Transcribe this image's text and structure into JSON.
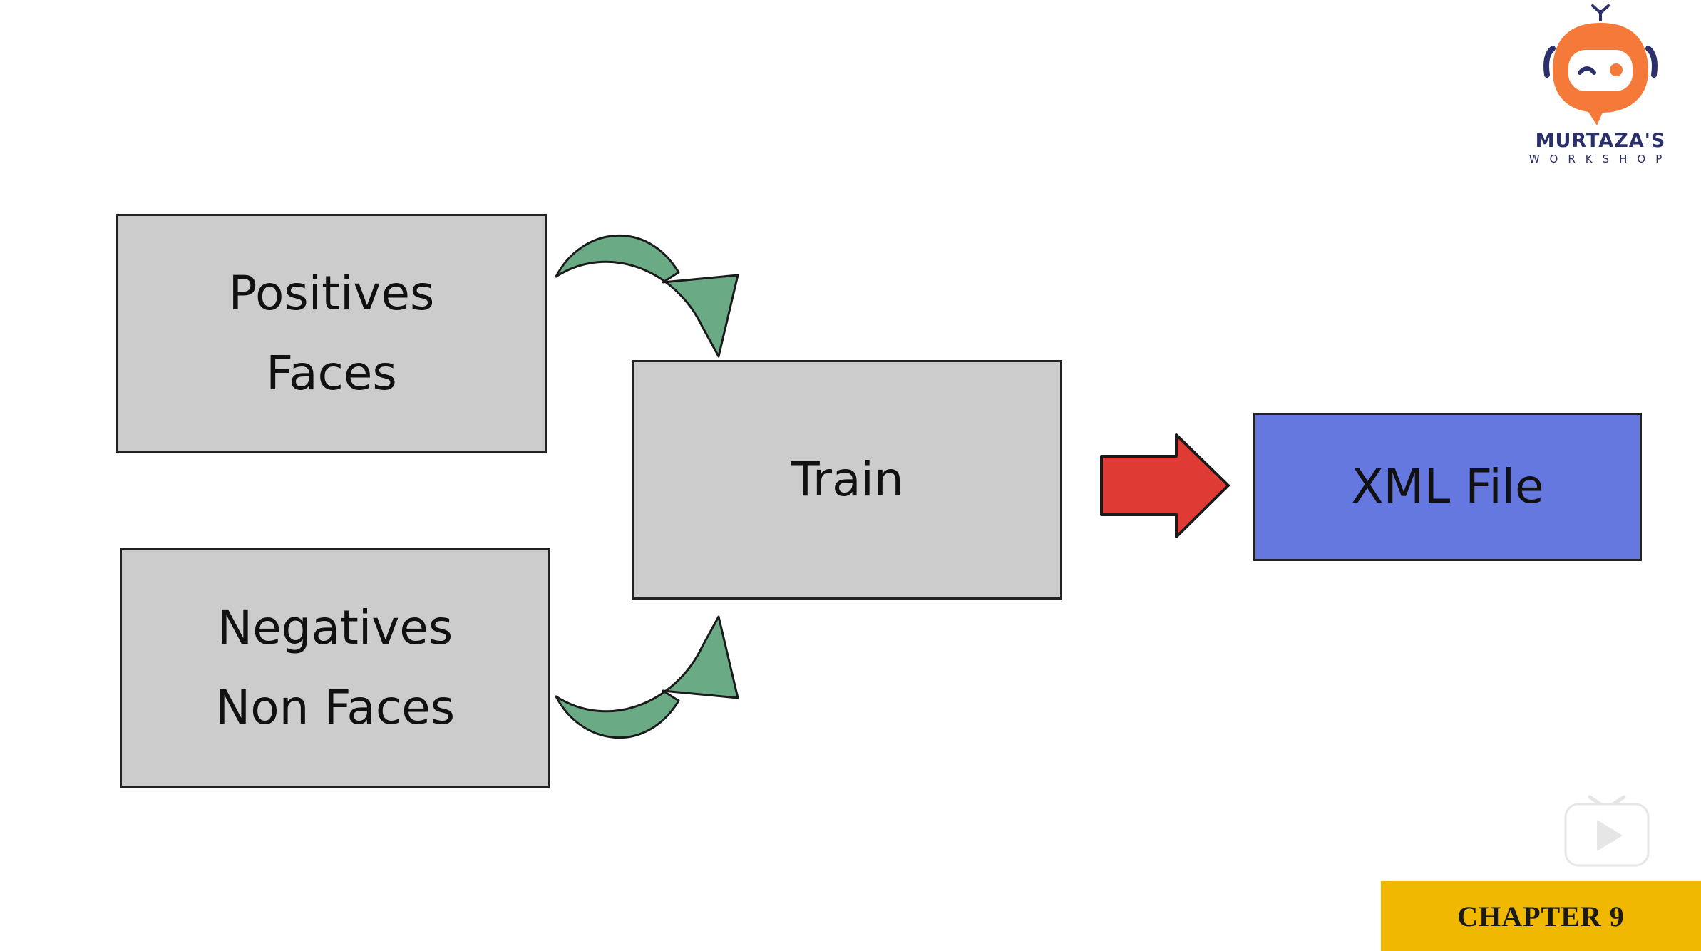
{
  "diagram": {
    "positives": {
      "line1": "Positives",
      "line2": "Faces"
    },
    "negatives": {
      "line1": "Negatives",
      "line2": "Non Faces"
    },
    "train": {
      "label": "Train"
    },
    "output": {
      "label": "XML File"
    }
  },
  "branding": {
    "logo_name": "MURTAZA'S",
    "logo_sub": "WORKSHOP"
  },
  "chapter": {
    "label": "CHAPTER 9"
  },
  "colors": {
    "box_gray": "#cccccc",
    "output_blue": "#6478e0",
    "curved_arrow_green": "#6aab85",
    "arrow_red": "#e03a35",
    "chapter_badge": "#f0b800",
    "logo_orange": "#f57a3a",
    "logo_navy": "#2b2f6b"
  },
  "icons": {
    "logo": "robot-mascot-icon",
    "play": "play-icon"
  }
}
